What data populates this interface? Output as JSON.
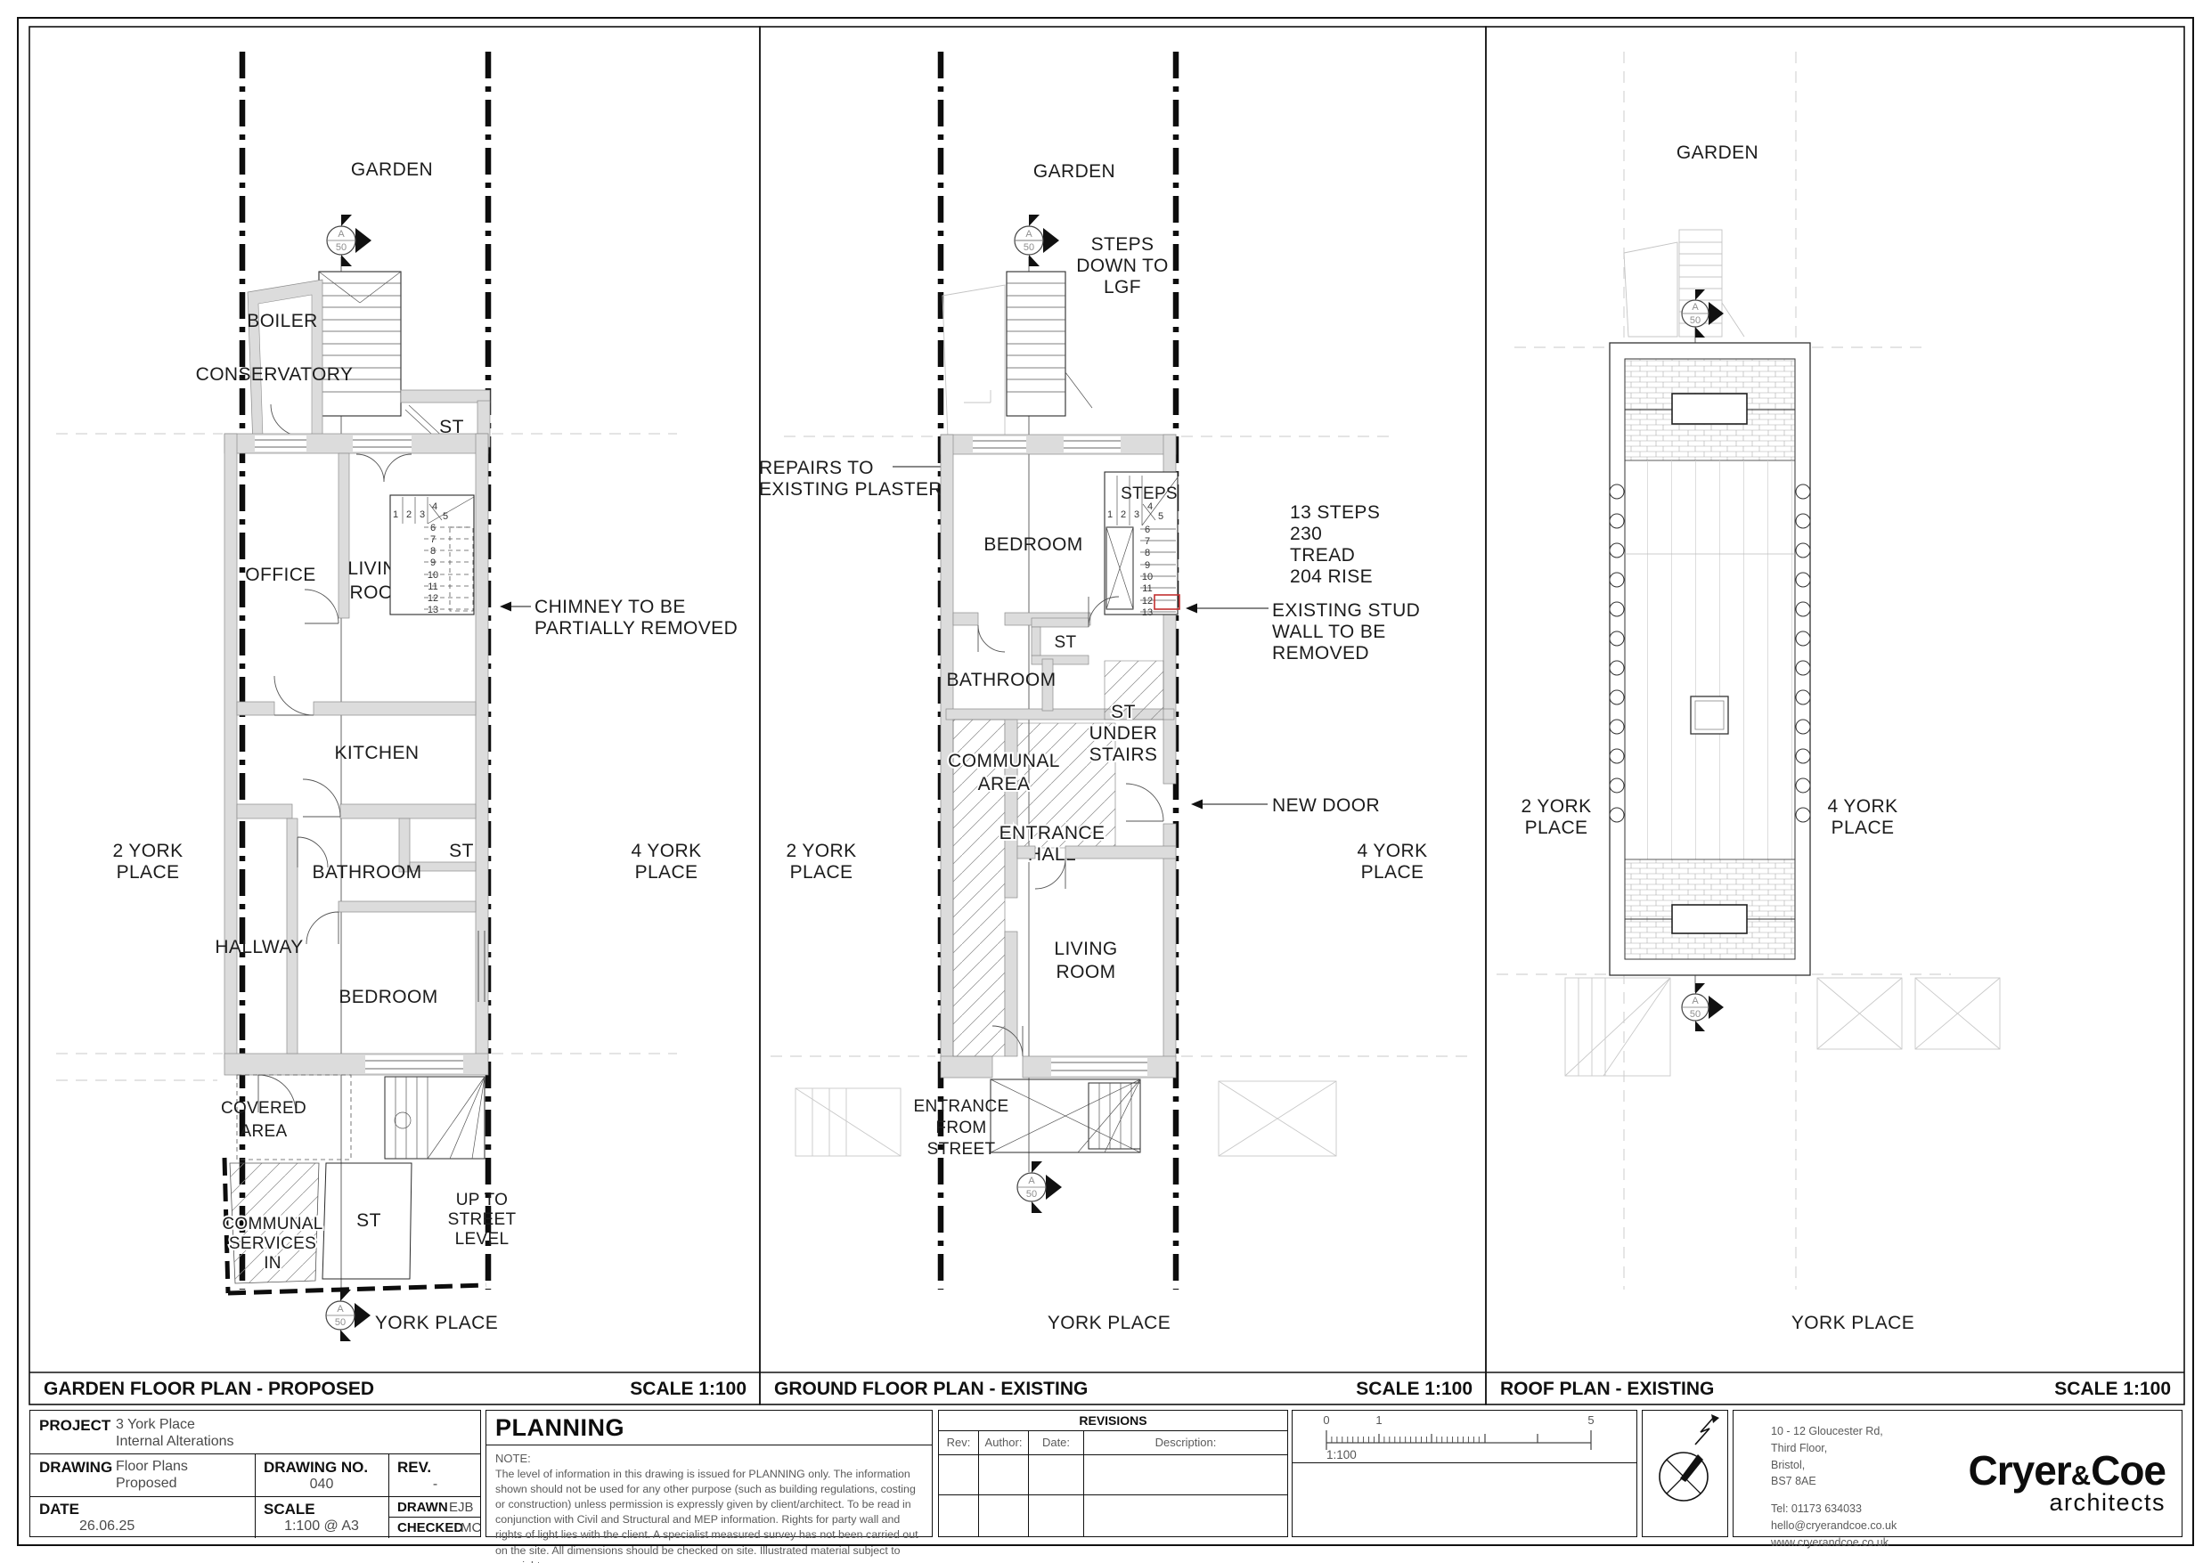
{
  "section_marker": {
    "letter": "A",
    "number": "50"
  },
  "panels": [
    {
      "title": "GARDEN FLOOR PLAN - PROPOSED",
      "scale": "SCALE 1:100"
    },
    {
      "title": "GROUND FLOOR PLAN - EXISTING",
      "scale": "SCALE 1:100"
    },
    {
      "title": "ROOF PLAN - EXISTING",
      "scale": "SCALE 1:100"
    }
  ],
  "garden_plan": {
    "garden": "GARDEN",
    "boiler": "BOILER",
    "conservatory": "CONSERVATORY",
    "st_top": "ST",
    "office": "OFFICE",
    "living1": "LIVING",
    "living2": "ROOM",
    "kitchen": "KITCHEN",
    "bathroom": "BATHROOM",
    "st_mid": "ST",
    "hallway": "HALLWAY",
    "bedroom": "BEDROOM",
    "covered1": "COVERED",
    "covered2": "AREA",
    "communal1": "COMMUNAL",
    "communal2": "SERVICES",
    "communal3": "IN",
    "st_bottom": "ST",
    "up1": "UP TO",
    "up2": "STREET",
    "up3": "LEVEL",
    "york_place": "YORK PLACE",
    "left1": "2 YORK",
    "left2": "PLACE",
    "right1": "4 YORK",
    "right2": "PLACE",
    "chimney_note1": "CHIMNEY TO BE",
    "chimney_note2": "PARTIALLY REMOVED",
    "stairs": [
      "1",
      "2",
      "3",
      "4",
      "5",
      "6",
      "7",
      "8",
      "9",
      "10",
      "11",
      "12",
      "13"
    ]
  },
  "ground_plan": {
    "garden": "GARDEN",
    "steps_note1": "STEPS",
    "steps_note2": "DOWN TO",
    "steps_note3": "LGF",
    "repairs1": "REPAIRS TO",
    "repairs2": "EXISTING PLASTER",
    "bedroom": "BEDROOM",
    "steps_label": "STEPS",
    "stair_note1": "13 STEPS",
    "stair_note2": "230",
    "stair_note3": "TREAD",
    "stair_note4": "204 RISE",
    "stud1": "EXISTING STUD",
    "stud2": "WALL TO BE",
    "stud3": "REMOVED",
    "st_upper": "ST",
    "bathroom": "BATHROOM",
    "st_under1": "ST",
    "st_under2": "UNDER",
    "st_under3": "STAIRS",
    "communal1": "COMMUNAL",
    "communal2": "AREA",
    "new_door": "NEW DOOR",
    "entrance1": "ENTRANCE",
    "entrance2": "HALL",
    "living1": "LIVING",
    "living2": "ROOM",
    "street1": "ENTRANCE",
    "street2": "FROM",
    "street3": "STREET",
    "york_place": "YORK PLACE",
    "left1": "2 YORK",
    "left2": "PLACE",
    "right1": "4 YORK",
    "right2": "PLACE",
    "stairs": [
      "1",
      "2",
      "3",
      "4",
      "5",
      "6",
      "7",
      "8",
      "9",
      "10",
      "11",
      "12",
      "13"
    ]
  },
  "roof_plan": {
    "garden": "GARDEN",
    "left1": "2 YORK",
    "left2": "PLACE",
    "right1": "4 YORK",
    "right2": "PLACE",
    "york_place": "YORK PLACE"
  },
  "titleblock": {
    "project_label": "PROJECT",
    "project1": "3 York Place",
    "project2": "Internal Alterations",
    "drawing_label": "DRAWING",
    "drawing1": "Floor Plans",
    "drawing2": "Proposed",
    "drawing_no_label": "DRAWING NO.",
    "drawing_no": "040",
    "rev_label": "REV.",
    "rev": "-",
    "date_label": "DATE",
    "date": "26.06.25",
    "scale_label": "SCALE",
    "scale": "1:100 @ A3",
    "drawn_label": "DRAWN",
    "drawn": "EJB",
    "checked_label": "CHECKED",
    "checked": "MC",
    "planning": "PLANNING",
    "note_label": "NOTE:",
    "note": "The level of information in this drawing is issued for PLANNING only. The information shown should not be used for any other purpose (such as building regulations, costing or construction) unless permission is expressly given by client/architect. To be read in conjunction with Civil and Structural and MEP information. Rights for party wall and rights of light lies with the client. A specialist measured survey has not been carried out on the site. All dimensions should be checked on site. Illustrated material subject to copyright",
    "revisions_title": "REVISIONS",
    "rev_col": "Rev:",
    "author_col": "Author:",
    "date_col": "Date:",
    "desc_col": "Description:",
    "scalebar": {
      "t0": "0",
      "t1": "1",
      "t5": "5",
      "ratio": "1:100"
    },
    "architect": {
      "addr1": "10 - 12 Gloucester Rd,",
      "addr2": "Third Floor,",
      "addr3": "Bristol,",
      "addr4": "BS7 8AE",
      "tel": "Tel: 01173 634033",
      "email": "hello@cryerandcoe.co.uk",
      "web": "www.cryerandcoe.co.uk",
      "logo1": "Cryer",
      "logo_amp": "&",
      "logo2": "Coe",
      "logo3": "architects"
    }
  }
}
